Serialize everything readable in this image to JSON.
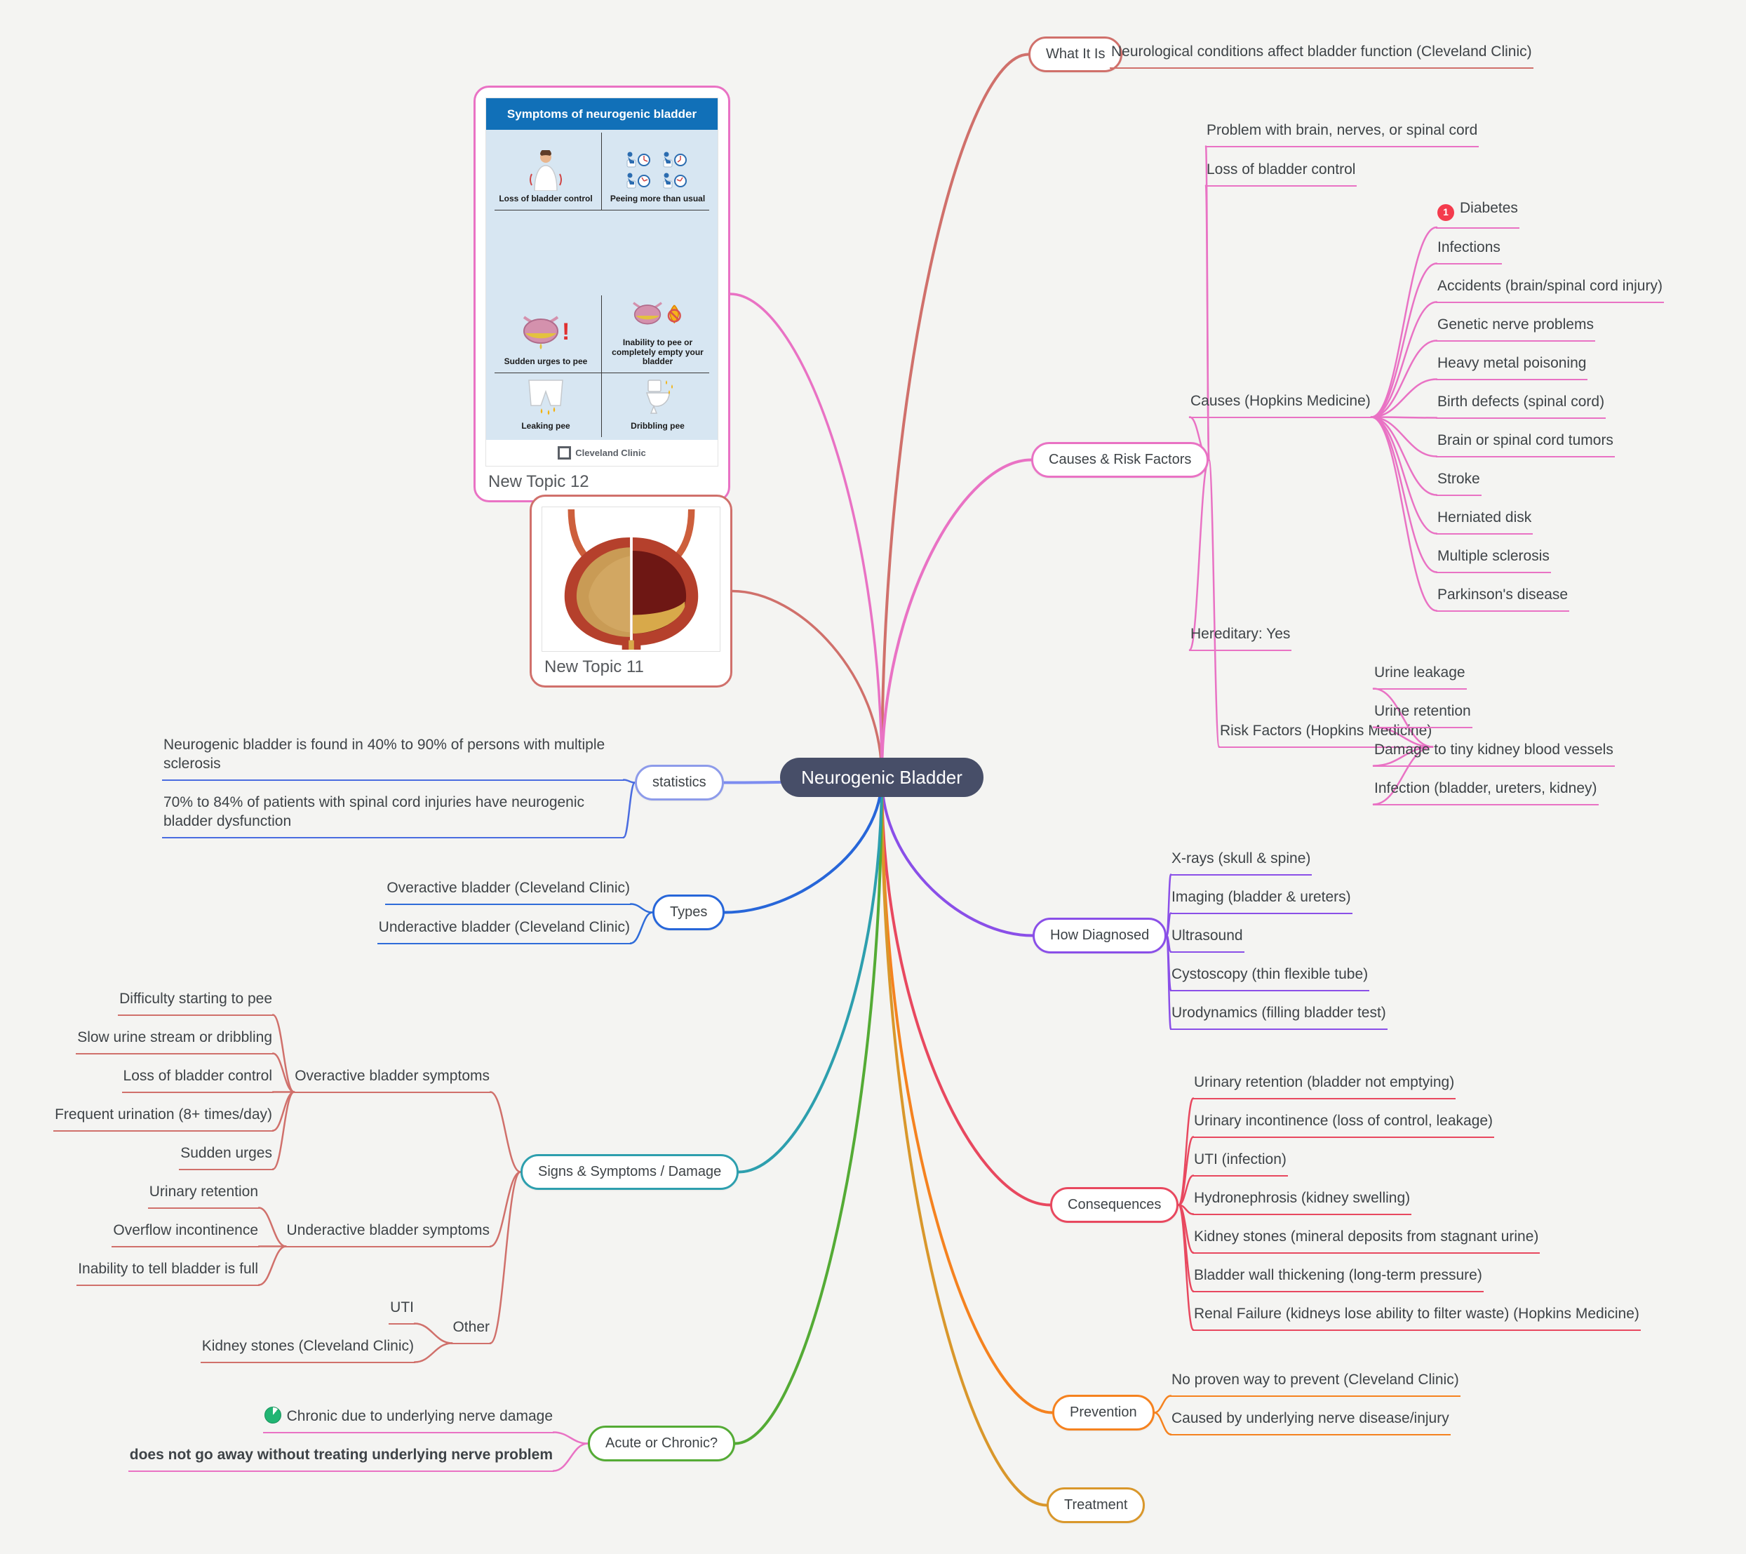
{
  "root": {
    "label": "Neurogenic Bladder"
  },
  "what_it_is": {
    "label": "What It Is",
    "definition": "Neurological conditions affect bladder function (Cleveland Clinic)"
  },
  "causes_risk": {
    "label": "Causes & Risk Factors",
    "problem": "Problem with brain, nerves, or spinal cord",
    "loss": "Loss of bladder control",
    "causes_label": "Causes (Hopkins Medicine)",
    "diabetes_badge": "1",
    "causes": [
      "Diabetes",
      "Infections",
      "Accidents (brain/spinal cord injury)",
      "Genetic nerve problems",
      "Heavy metal poisoning",
      "Birth defects (spinal cord)",
      "Brain or spinal cord tumors",
      "Stroke",
      "Herniated disk",
      "Multiple sclerosis",
      "Parkinson's disease"
    ],
    "hereditary": "Hereditary: Yes",
    "risk_label": "Risk Factors (Hopkins Medicine)",
    "risks": [
      "Urine leakage",
      "Urine retention",
      "Damage to tiny kidney blood vessels",
      "Infection (bladder, ureters, kidney)"
    ]
  },
  "how_diagnosed": {
    "label": "How Diagnosed",
    "items": [
      "X-rays (skull & spine)",
      "Imaging (bladder & ureters)",
      "Ultrasound",
      "Cystoscopy (thin flexible tube)",
      "Urodynamics (filling bladder test)"
    ]
  },
  "consequences": {
    "label": "Consequences",
    "items": [
      "Urinary retention (bladder not emptying)",
      "Urinary incontinence (loss of control, leakage)",
      "UTI (infection)",
      "Hydronephrosis (kidney swelling)",
      "Kidney stones (mineral deposits from stagnant urine)",
      "Bladder wall thickening (long-term pressure)",
      "Renal Failure (kidneys lose ability to filter waste) (Hopkins Medicine)"
    ]
  },
  "prevention": {
    "label": "Prevention",
    "items": [
      "No proven way to prevent (Cleveland Clinic)",
      "Caused by underlying nerve disease/injury"
    ]
  },
  "treatment": {
    "label": "Treatment"
  },
  "acute_chronic": {
    "label": "Acute or Chronic?",
    "chronic": "Chronic due to underlying nerve damage",
    "no_cure": "does not go away without treating underlying nerve problem"
  },
  "signs": {
    "label": "Signs & Symptoms / Damage",
    "overactive": {
      "label": "Overactive bladder symptoms",
      "items": [
        "Difficulty starting to pee",
        "Slow urine stream or dribbling",
        "Loss of bladder control",
        "Frequent urination (8+ times/day)",
        "Sudden urges"
      ]
    },
    "underactive": {
      "label": "Underactive bladder symptoms",
      "items": [
        "Urinary retention",
        "Overflow incontinence",
        "Inability to tell bladder is full"
      ]
    },
    "other": {
      "label": "Other",
      "items": [
        "UTI",
        "Kidney stones (Cleveland Clinic)"
      ]
    }
  },
  "types": {
    "label": "Types",
    "items": [
      "Overactive bladder (Cleveland Clinic)",
      "Underactive bladder (Cleveland Clinic)"
    ]
  },
  "statistics": {
    "label": "statistics",
    "items": [
      "Neurogenic bladder is found in 40% to 90% of persons with multiple sclerosis",
      "70% to 84% of patients with spinal cord injuries have neurogenic bladder dysfunction"
    ]
  },
  "topic11": {
    "label": "New Topic 11"
  },
  "topic12": {
    "label": "New Topic 12",
    "infographic": {
      "title": "Symptoms of neurogenic bladder",
      "cells": [
        "Loss of bladder control",
        "Peeing more than usual",
        "Sudden urges to pee",
        "Inability to pee or completely empty your bladder",
        "Leaking pee",
        "Dribbling pee"
      ],
      "credit": "Cleveland Clinic"
    }
  },
  "colors": {
    "root_bg": "#474e68",
    "salmon": "#d0706b",
    "pink": "#e972c4",
    "purple": "#8a4fe8",
    "crimson": "#e8485f",
    "orange": "#f5821f",
    "amber": "#d9972b",
    "green": "#54ab35",
    "teal": "#2d9fae",
    "blue": "#2766d9",
    "periwinkle": "#8d9bea",
    "stat_line": "#4a6ce0"
  }
}
